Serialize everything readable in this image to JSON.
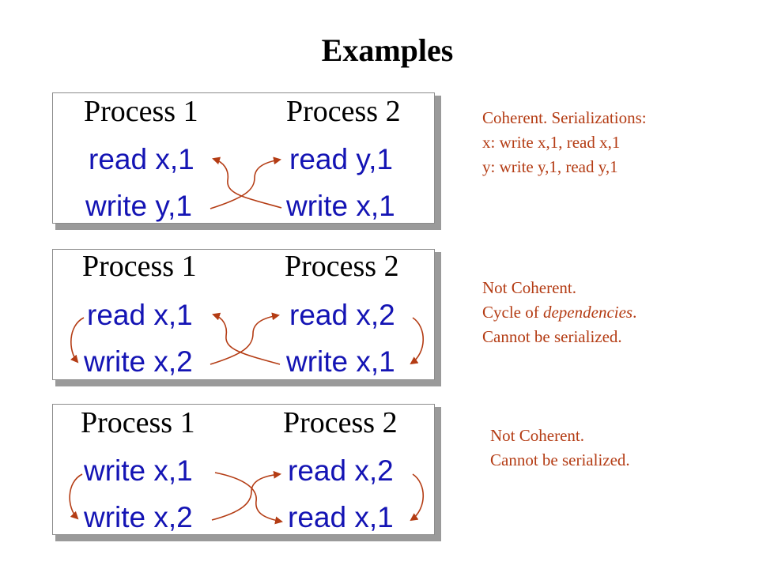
{
  "title": "Examples",
  "colors": {
    "operation_text": "#1414b4",
    "note_text": "#b43c14",
    "arrow": "#b43c14"
  },
  "examples": [
    {
      "process1_heading": "Process 1",
      "process2_heading": "Process 2",
      "process1_ops": [
        "read x,1",
        "write y,1"
      ],
      "process2_ops": [
        "read y,1",
        "write x,1"
      ],
      "note": {
        "line1": "Coherent.  Serializations:",
        "line2": "x: write x,1, read x,1",
        "line3": "y: write y,1, read y,1"
      }
    },
    {
      "process1_heading": "Process 1",
      "process2_heading": "Process 2",
      "process1_ops": [
        "read x,1",
        "write x,2"
      ],
      "process2_ops": [
        "read x,2",
        "write x,1"
      ],
      "note": {
        "line1": "Not Coherent.",
        "line2_prefix": "Cycle of ",
        "line2_emphasis": "dependencies",
        "line2_suffix": ".",
        "line3": "Cannot be serialized."
      }
    },
    {
      "process1_heading": "Process 1",
      "process2_heading": "Process 2",
      "process1_ops": [
        "write x,1",
        "write x,2"
      ],
      "process2_ops": [
        "read x,2",
        "read x,1"
      ],
      "note": {
        "line1": "Not Coherent.",
        "line2": "Cannot be serialized."
      }
    }
  ]
}
